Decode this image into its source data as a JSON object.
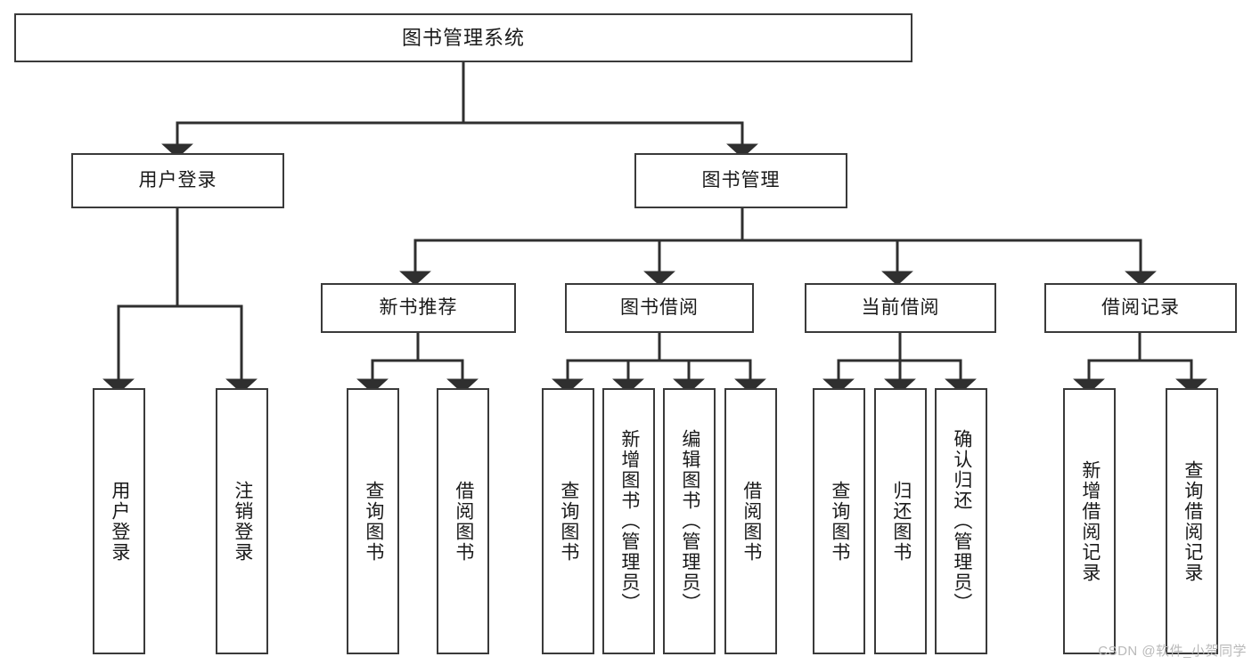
{
  "diagram": {
    "type": "tree-hierarchy",
    "title": "图书管理系统",
    "root": {
      "label": "图书管理系统"
    },
    "level1": [
      {
        "label": "用户登录"
      },
      {
        "label": "图书管理"
      }
    ],
    "level2": [
      {
        "label": "新书推荐"
      },
      {
        "label": "图书借阅"
      },
      {
        "label": "当前借阅"
      },
      {
        "label": "借阅记录"
      }
    ],
    "leaves": {
      "user_login": [
        {
          "label": "用户登录"
        },
        {
          "label": "注销登录"
        }
      ],
      "new_book_recommend": [
        {
          "label": "查询图书"
        },
        {
          "label": "借阅图书"
        }
      ],
      "book_borrow": [
        {
          "label": "查询图书"
        },
        {
          "label": "新增图书（管理员）"
        },
        {
          "label": "编辑图书（管理员）"
        },
        {
          "label": "借阅图书"
        }
      ],
      "current_borrow": [
        {
          "label": "查询图书"
        },
        {
          "label": "归还图书"
        },
        {
          "label": "确认归还（管理员）"
        }
      ],
      "borrow_record": [
        {
          "label": "新增借阅记录"
        },
        {
          "label": "查询借阅记录"
        }
      ]
    }
  },
  "watermark": {
    "text": "CSDN @软件_小贺同学"
  },
  "colors": {
    "border": "#3a3a3a",
    "background": "#ffffff",
    "text": "#1a1a1a",
    "watermark": "#b9b9b9"
  }
}
